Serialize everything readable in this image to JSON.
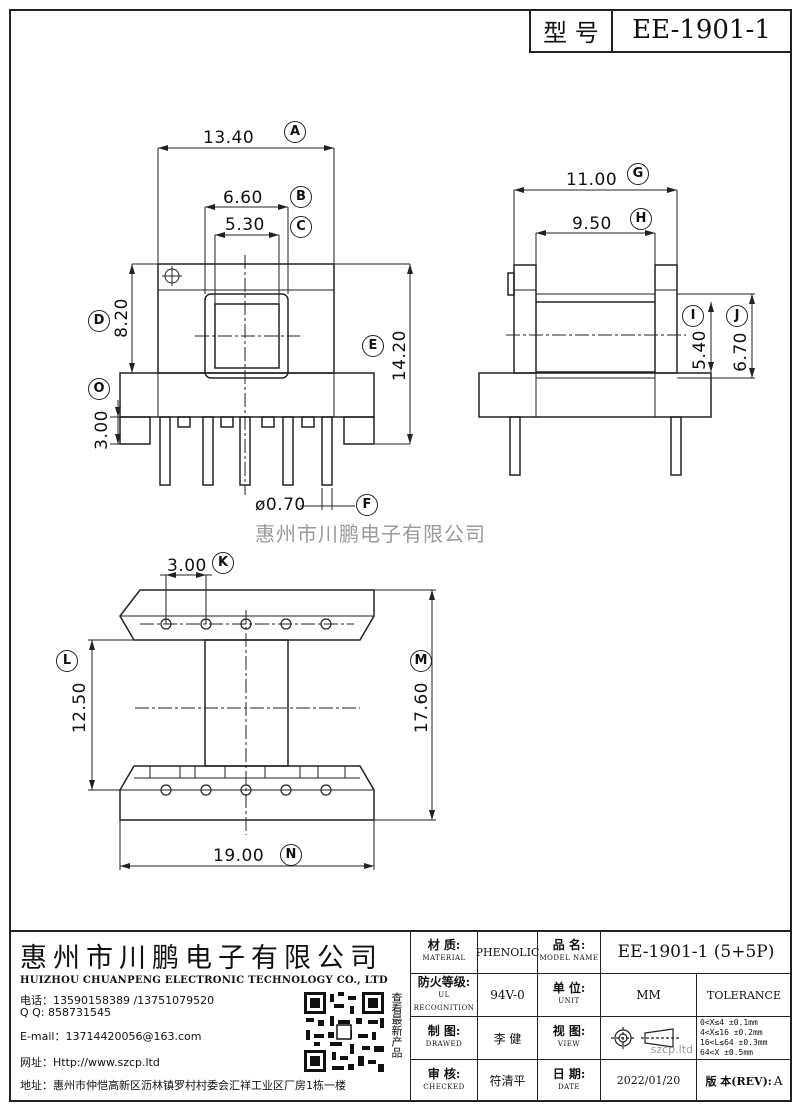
{
  "title_block_top": {
    "type_label": "型 号",
    "model": "EE-1901-1"
  },
  "dimensions": {
    "A": {
      "value": "13.40",
      "letter": "A"
    },
    "B": {
      "value": "6.60",
      "letter": "B"
    },
    "C": {
      "value": "5.30",
      "letter": "C"
    },
    "D": {
      "value": "8.20",
      "letter": "D"
    },
    "E": {
      "value": "14.20",
      "letter": "E"
    },
    "O": {
      "value": "3.00",
      "letter": "O"
    },
    "F": {
      "value": "ø0.70",
      "letter": "F"
    },
    "G": {
      "value": "11.00",
      "letter": "G"
    },
    "H": {
      "value": "9.50",
      "letter": "H"
    },
    "I": {
      "value": "5.40",
      "letter": "I"
    },
    "J": {
      "value": "6.70",
      "letter": "J"
    },
    "K": {
      "value": "3.00",
      "letter": "K"
    },
    "L": {
      "value": "12.50",
      "letter": "L"
    },
    "M": {
      "value": "17.60",
      "letter": "M"
    },
    "N": {
      "value": "19.00",
      "letter": "N"
    }
  },
  "watermark": "惠州市川鹏电子有限公司",
  "company": {
    "name_cn": "惠州市川鹏电子有限公司",
    "name_en": "HUIZHOU CHUANPENG ELECTRONIC TECHNOLOGY CO., LTD",
    "phone": "电话：13590158389 /13751079520",
    "qq": "Q Q:  858731545",
    "email": "E-mail：13714420056@163.com",
    "website": "网址：Http://www.szcp.ltd",
    "address": "地址：惠州市仲恺高新区沥林镇罗村村委会汇祥工业区厂房1栋一楼",
    "qr_caption": "查看最新产品"
  },
  "title_block": {
    "material_label": "材 质:",
    "material_label_en": "MATERIAL",
    "material": "PHENOLIC",
    "part_label": "品 名:",
    "part_label_en": "MODEL NAME",
    "part": "EE-1901-1 (5+5P)",
    "flame_label": "防火等级:",
    "flame_label_en": "UL RECOGNITION",
    "flame": "94V-0",
    "unit_label": "单 位:",
    "unit_label_en": "UNIT",
    "unit": "MM",
    "tolerance": "TOLERANCE",
    "drawn_label": "制 图:",
    "drawn_label_en": "DRAWED",
    "drawn": "李 健",
    "view_label": "视 图:",
    "view_label_en": "VIEW",
    "tol_rows": [
      "0<X≤4   ±0.1mm",
      "4<X≤16  ±0.2mm",
      "16<L≤64 ±0.3mm",
      "64<X    ±0.5mm"
    ],
    "checked_label": "审 核:",
    "checked_label_en": "CHECKED",
    "checked": "符清平",
    "date_label": "日 期:",
    "date_label_en": "DATE",
    "date": "2022/01/20",
    "rev_label": "版 本(REV):",
    "rev": "A",
    "watermark_site": "szcp.ltd"
  }
}
